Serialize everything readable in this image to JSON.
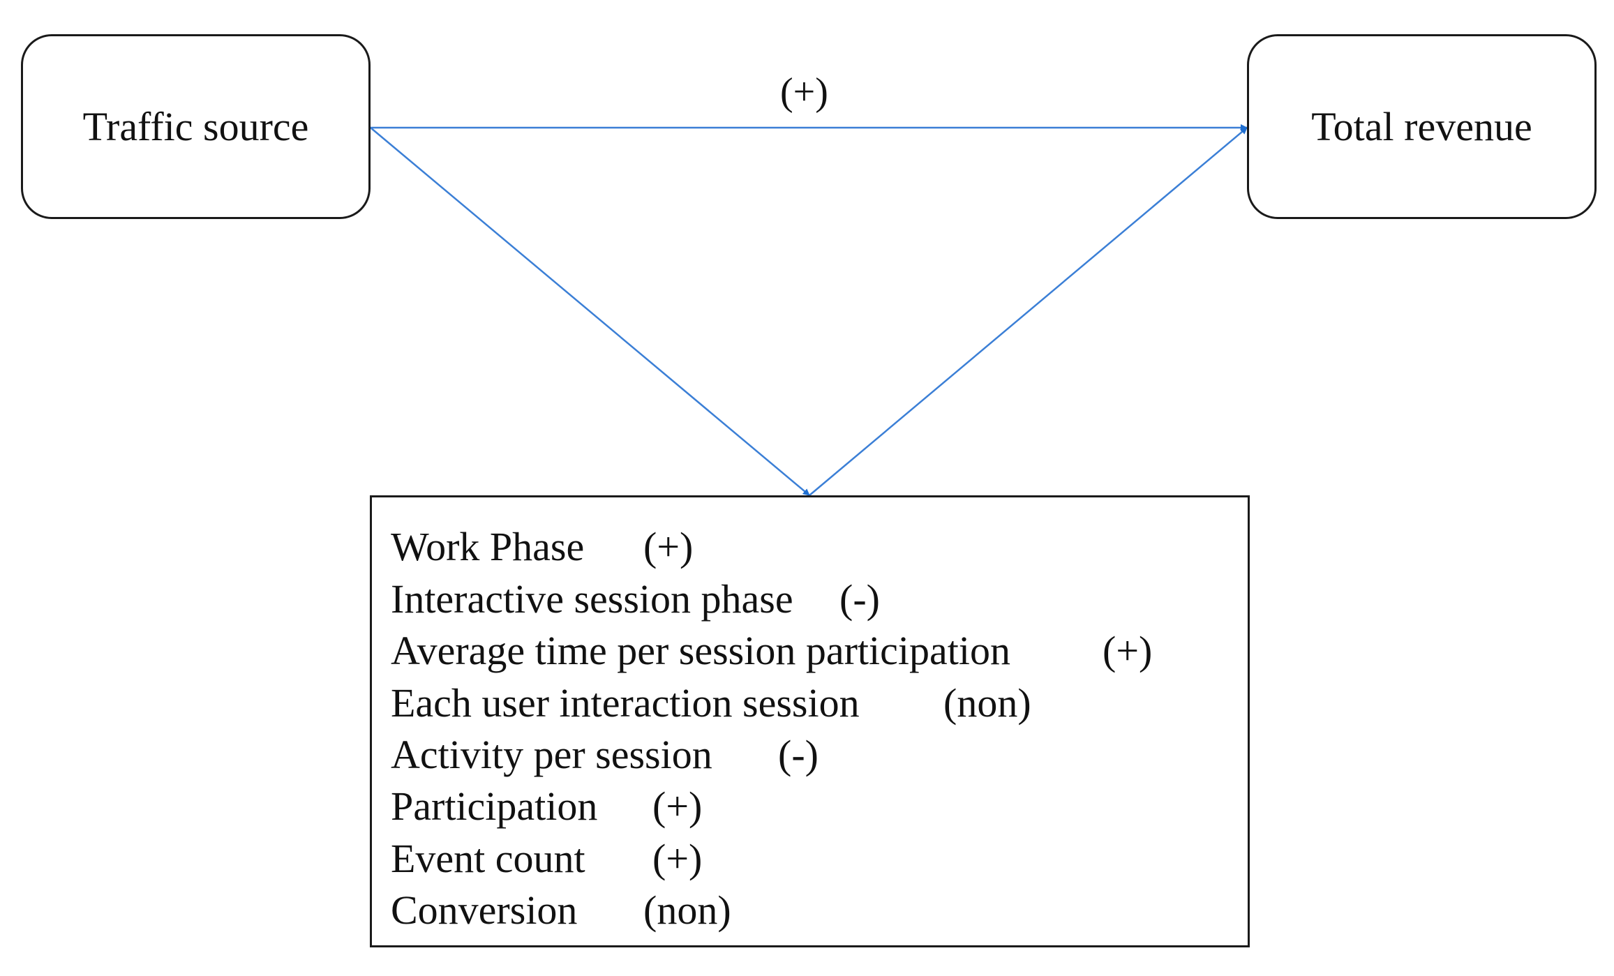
{
  "nodes": {
    "source": {
      "label": "Traffic source"
    },
    "outcome": {
      "label": "Total revenue"
    }
  },
  "direct_effect": {
    "sign": "(+)"
  },
  "mediators": [
    {
      "name": "Work Phase",
      "sign": "(+)"
    },
    {
      "name": "Interactive session phase",
      "sign": "(-)"
    },
    {
      "name": "Average time per session participation",
      "sign": "(+)"
    },
    {
      "name": "Each user interaction session",
      "sign": "(non)"
    },
    {
      "name": "Activity per session",
      "sign": "(-)"
    },
    {
      "name": "Participation",
      "sign": "(+)"
    },
    {
      "name": "Event count",
      "sign": "(+)"
    },
    {
      "name": "Conversion",
      "sign": "(non)"
    }
  ],
  "colors": {
    "arrow": "#3b7fd6",
    "border": "#1a1a1a"
  }
}
